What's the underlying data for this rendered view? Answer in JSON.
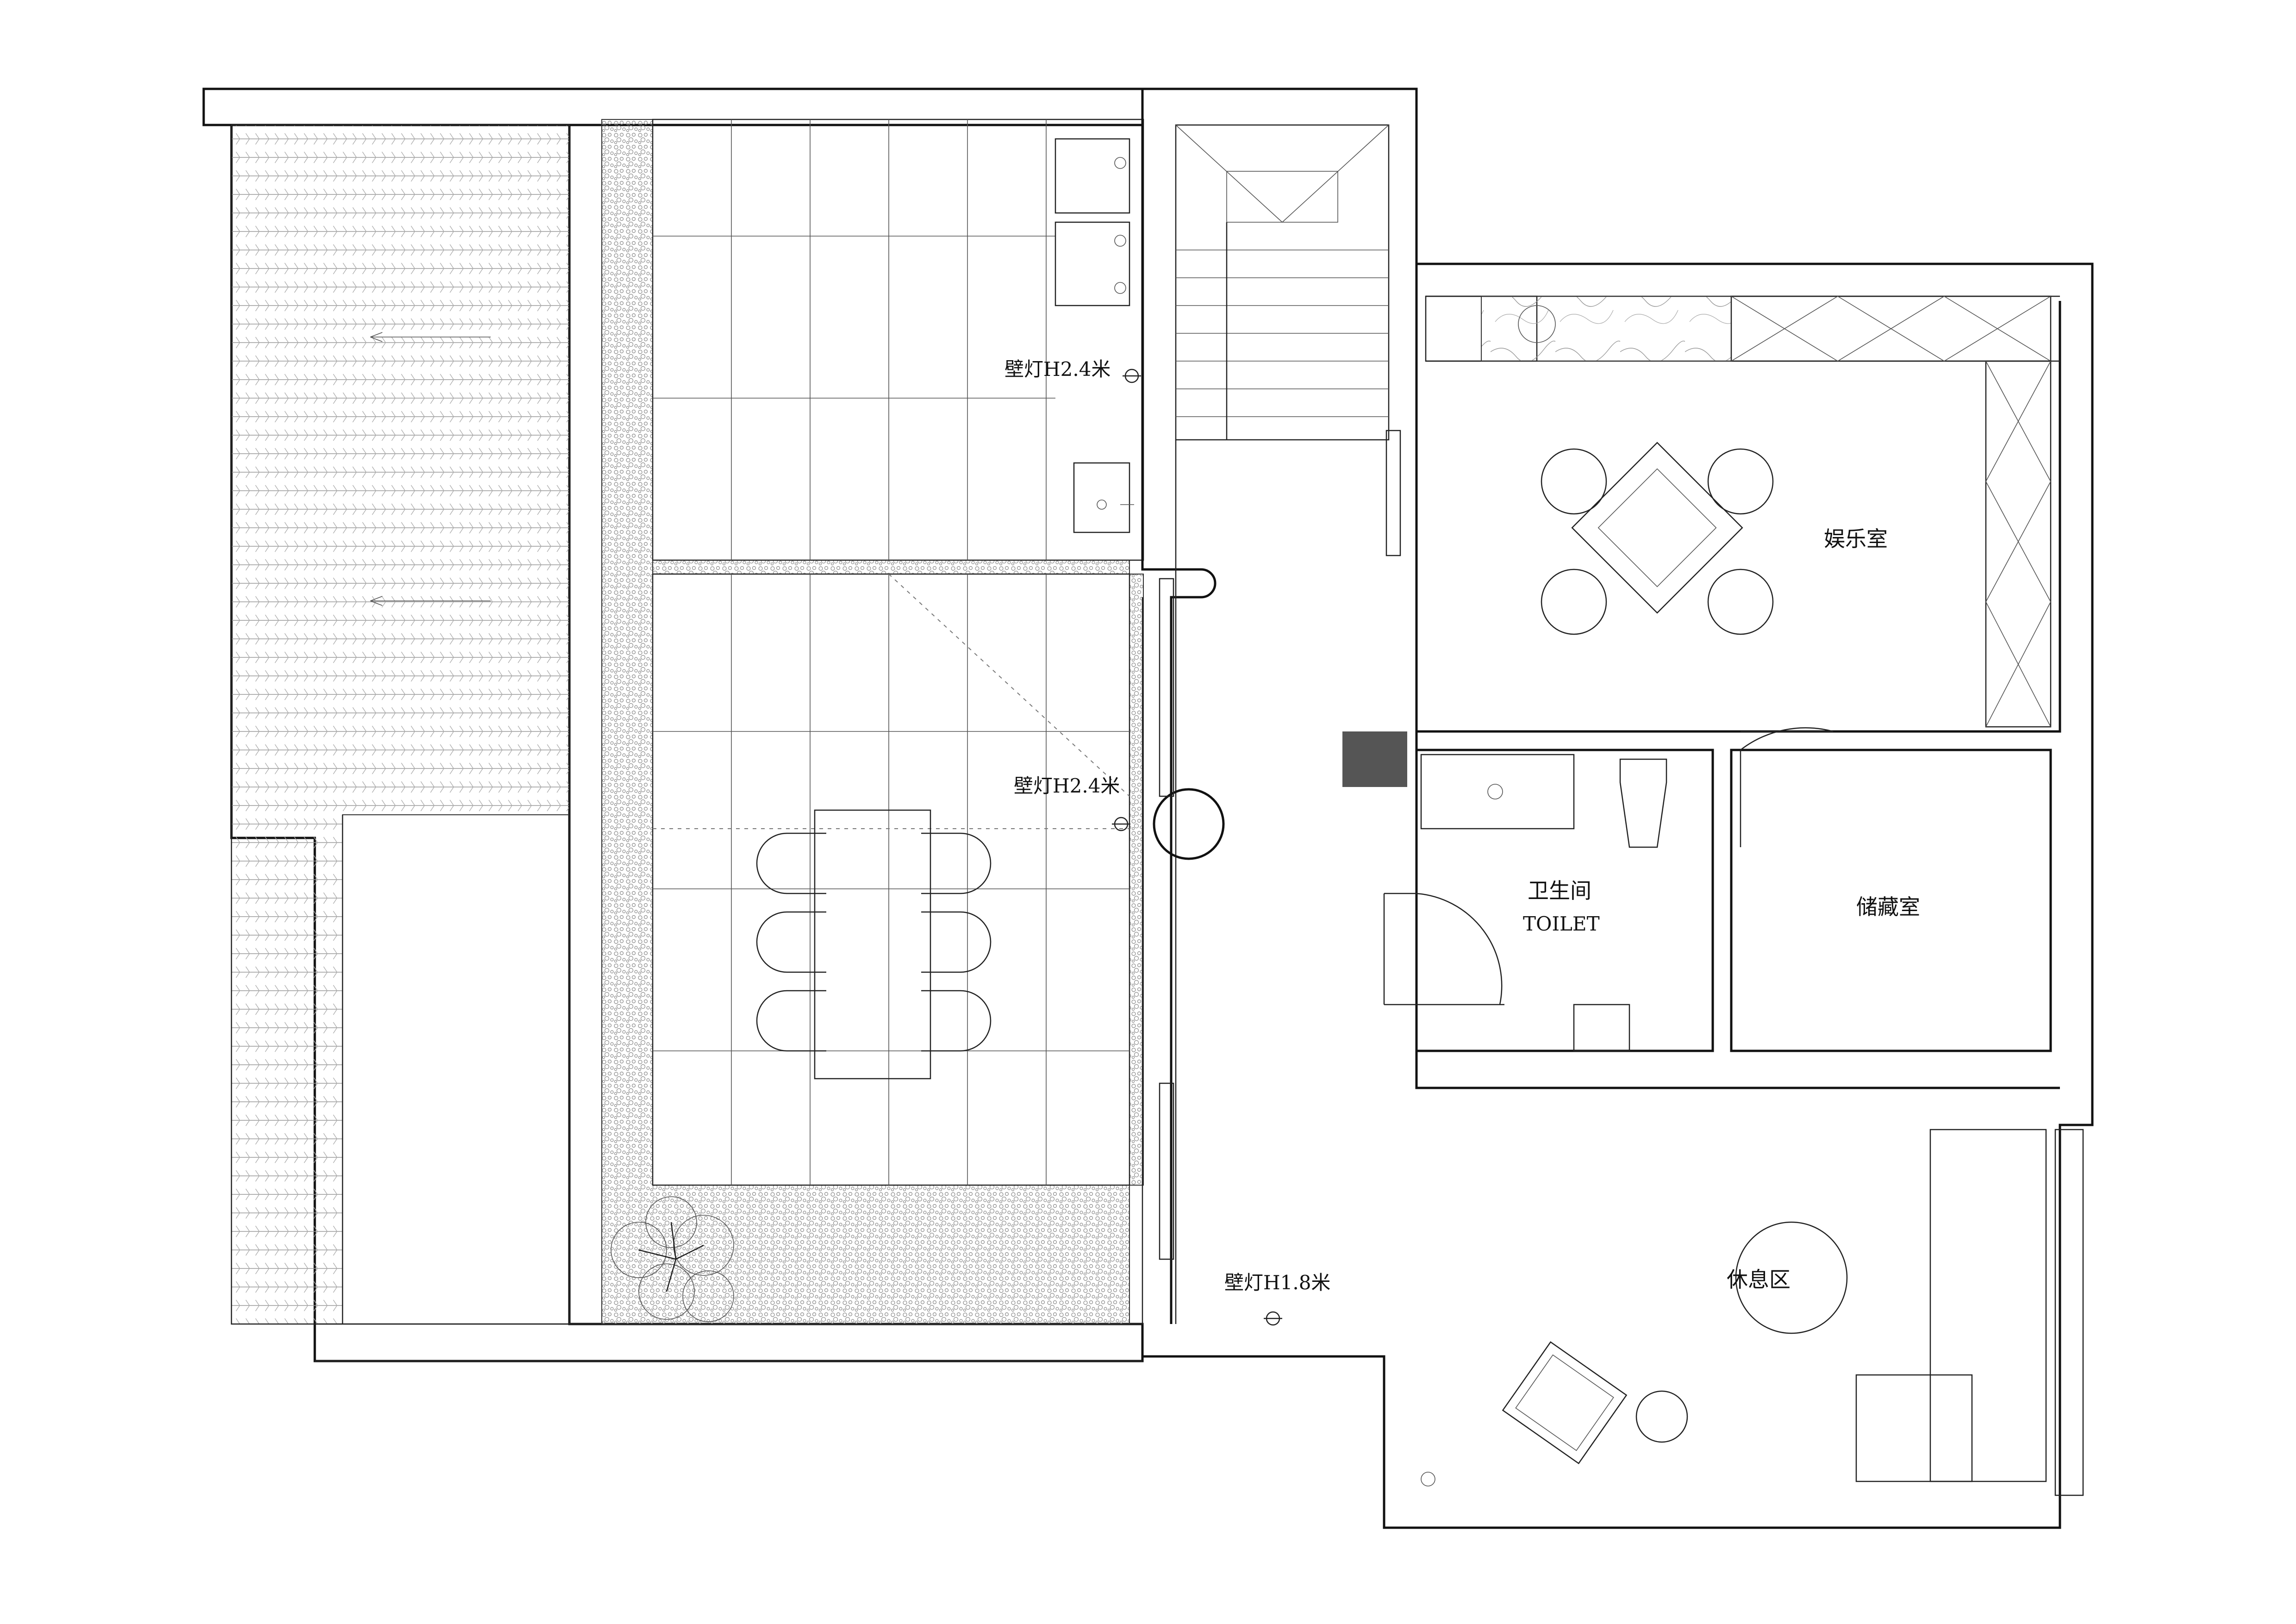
{
  "plan": {
    "rooms": {
      "entertainment": "娱乐室",
      "toilet_cn": "卫生间",
      "toilet_en": "TOILET",
      "storage": "储藏室",
      "lounge": "休息区"
    },
    "lamps": {
      "lamp_top": "壁灯H2.4米",
      "lamp_mid": "壁灯H2.4米",
      "lamp_bottom": "壁灯H1.8米"
    }
  },
  "colors": {
    "line": "#111111",
    "pillar": "#555555",
    "background": "#ffffff"
  }
}
